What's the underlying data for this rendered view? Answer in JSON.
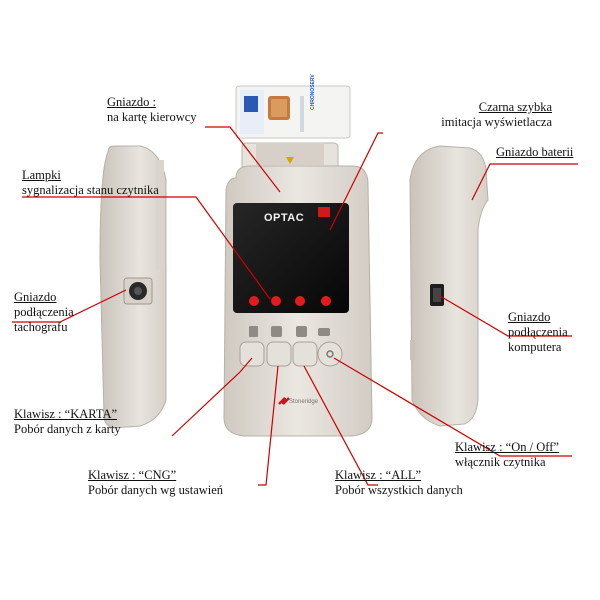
{
  "device": {
    "brand": "OPTAC",
    "maker": "Stoneridge",
    "card_text": "CHRONOSERV"
  },
  "labels": {
    "gniazdo_karta": {
      "title": "Gniazdo :",
      "desc": "na kartę kierowcy"
    },
    "czarna_szybka": {
      "title": "Czarna szybka",
      "desc": "imitacja wyświetlacza"
    },
    "lampki": {
      "title": "Lampki",
      "desc": "sygnalizacja stanu czytnika"
    },
    "gniazdo_baterii": {
      "title": "Gniazdo baterii"
    },
    "gniazdo_tachograf": {
      "title": "Gniazdo",
      "desc1": "podłączenia",
      "desc2": "tachografu"
    },
    "gniazdo_komputer": {
      "title": "Gniazdo",
      "desc1": "podłączenia",
      "desc2": "komputera"
    },
    "klawisz_karta": {
      "title": "Klawisz :  “KARTA”",
      "desc": "Pobór danych z karty"
    },
    "klawisz_onoff": {
      "title": "Klawisz :  “On / Off”",
      "desc": "włącznik czytnika"
    },
    "klawisz_cng": {
      "title": "Klawisz :  “CNG”",
      "desc": "Pobór danych wg ustawień"
    },
    "klawisz_all": {
      "title": "Klawisz :  “ALL”",
      "desc": "Pobór wszystkich danych"
    }
  },
  "colors": {
    "leader": "#cc0000",
    "device": "#e3ded7",
    "screen": "#111111",
    "led": "#e21b1b"
  }
}
